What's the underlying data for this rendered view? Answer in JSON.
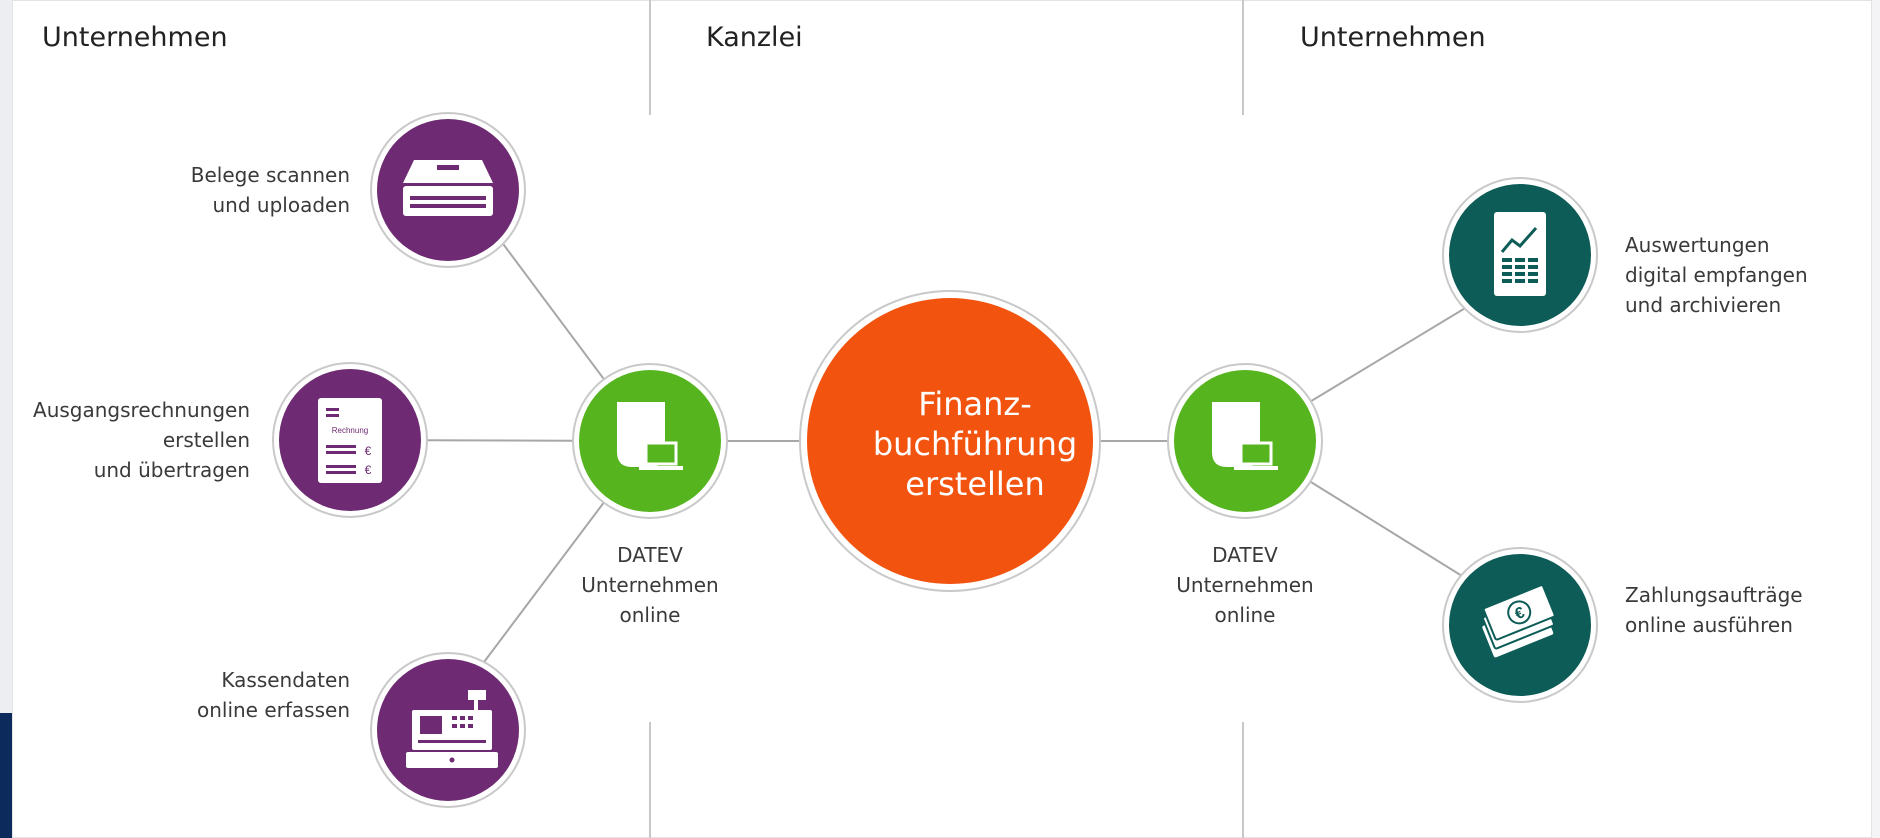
{
  "sections": {
    "left": "Unternehmen",
    "middle": "Kanzlei",
    "right": "Unternehmen"
  },
  "center": {
    "lines": [
      "Finanz-",
      "buchführung",
      "erstellen"
    ]
  },
  "hubs": {
    "left": [
      "DATEV",
      "Unternehmen",
      "online"
    ],
    "right": [
      "DATEV",
      "Unternehmen",
      "online"
    ]
  },
  "inputs": [
    {
      "lines": [
        "Belege scannen",
        "und uploaden"
      ],
      "icon": "scanner-icon"
    },
    {
      "lines": [
        "Ausgangsrechnungen",
        "erstellen",
        "und übertragen"
      ],
      "icon": "invoice-icon",
      "icon_text": "Rechnung",
      "currency": "€"
    },
    {
      "lines": [
        "Kassendaten",
        "online erfassen"
      ],
      "icon": "cash-register-icon"
    }
  ],
  "outputs": [
    {
      "lines": [
        "Auswertungen",
        "digital empfangen",
        "und archivieren"
      ],
      "icon": "report-chart-icon"
    },
    {
      "lines": [
        "Zahlungsaufträge",
        "online ausführen"
      ],
      "icon": "banknotes-icon",
      "currency": "€"
    }
  ],
  "colors": {
    "purple": "#6e2a72",
    "green": "#56b41f",
    "teal": "#0d5c57",
    "orange": "#f25410",
    "connector": "#a7a7a7",
    "divider": "#c8c8c8"
  }
}
